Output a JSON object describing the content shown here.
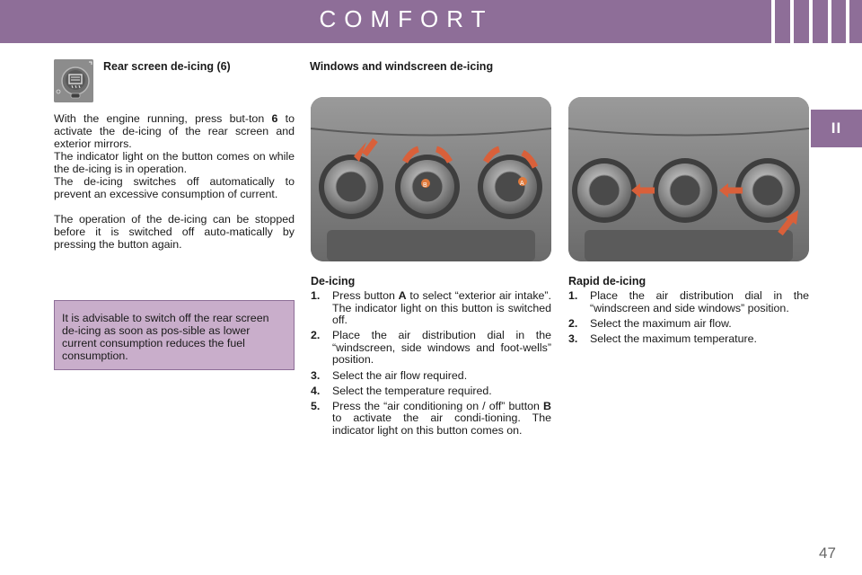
{
  "header": {
    "title": "COMFORT"
  },
  "side_tab": {
    "label": "II"
  },
  "rear_screen": {
    "heading": "Rear screen de-icing (6)",
    "icon": "rear-defrost-button-icon",
    "paragraphs": [
      {
        "pre": "With the engine running, press but-ton ",
        "bold": "6",
        "post": " to activate the de-icing of the rear screen and exterior mirrors."
      },
      {
        "text": "The indicator light on the button comes on while the de-icing is in operation."
      },
      {
        "text": "The de-icing switches off automatically to prevent an excessive consumption of current."
      },
      {
        "text": "The operation of the de-icing can be stopped before it is switched off auto-matically by pressing the button again."
      }
    ],
    "note": "It is advisable to switch off the rear screen de-icing as soon as pos-sible as lower current consumption reduces the fuel consumption."
  },
  "windows": {
    "heading": "Windows and windscreen de-icing",
    "deicing": {
      "heading": "De-icing",
      "steps": [
        {
          "num": "1.",
          "pre": "Press button ",
          "bold": "A",
          "post": " to select “exterior air intake”. The indicator light on this button is switched off."
        },
        {
          "num": "2.",
          "pre": "Place the air distribution dial in the “windscreen, side windows and foot-wells” position.",
          "bold": "",
          "post": ""
        },
        {
          "num": "3.",
          "pre": "Select the air flow required.",
          "bold": "",
          "post": ""
        },
        {
          "num": "4.",
          "pre": "Select the temperature required.",
          "bold": "",
          "post": ""
        },
        {
          "num": "5.",
          "pre": "Press the “air conditioning on / off” button ",
          "bold": "B",
          "post": " to activate the air condi-tioning. The indicator light on this button comes on."
        }
      ]
    },
    "rapid": {
      "heading": "Rapid de-icing",
      "steps": [
        {
          "num": "1.",
          "pre": "Place the air distribution dial in the “windscreen and side windows” position.",
          "bold": "",
          "post": ""
        },
        {
          "num": "2.",
          "pre": "Select the maximum air flow.",
          "bold": "",
          "post": ""
        },
        {
          "num": "3.",
          "pre": "Select the maximum temperature.",
          "bold": "",
          "post": ""
        }
      ]
    },
    "photo1_labels": [
      "B",
      "A"
    ]
  },
  "footer": {
    "page_number": "47"
  },
  "colors": {
    "header": "#8e6e98",
    "note_bg": "#c9aecb",
    "arrow": "#d9603a"
  }
}
